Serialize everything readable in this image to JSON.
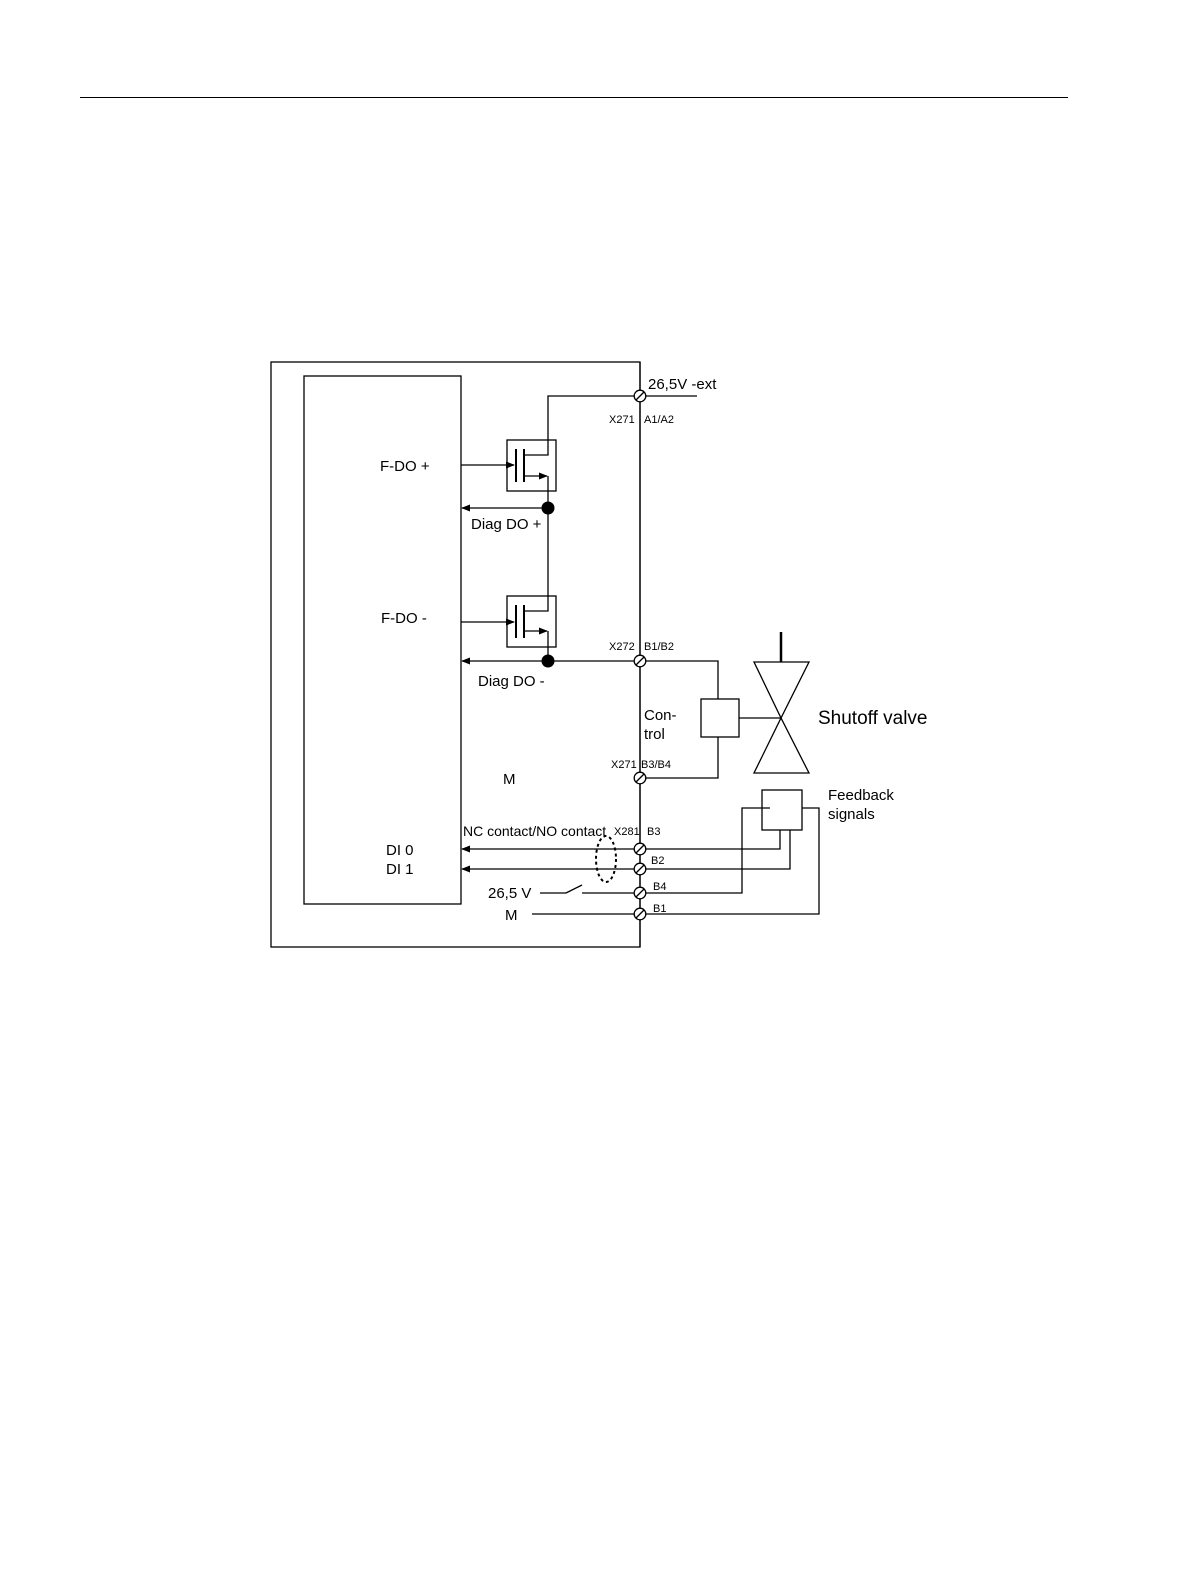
{
  "diagram": {
    "module": {
      "f_do_plus": "F-DO +",
      "f_do_minus": "F-DO -",
      "diag_do_plus": "Diag DO +",
      "diag_do_minus": "Diag DO -",
      "ground_m": "M",
      "di0": "DI 0",
      "di1": "DI 1",
      "contact_type": "NC contact/NO contact",
      "supply": "26,5 V",
      "ground_m2": "M"
    },
    "terminals": {
      "ext_supply": "26,5V -ext",
      "x271_a": "X271",
      "a1a2": "A1/A2",
      "x272": "X272",
      "b1b2": "B1/B2",
      "control_1": "Con-",
      "control_2": "trol",
      "x271_b": "X271",
      "b3b4": "B3/B4",
      "x281": "X281",
      "b3": "B3",
      "b2": "B2",
      "b4": "B4",
      "b1": "B1"
    },
    "external": {
      "valve": "Shutoff valve",
      "feedback_1": "Feedback",
      "feedback_2": "signals"
    }
  }
}
